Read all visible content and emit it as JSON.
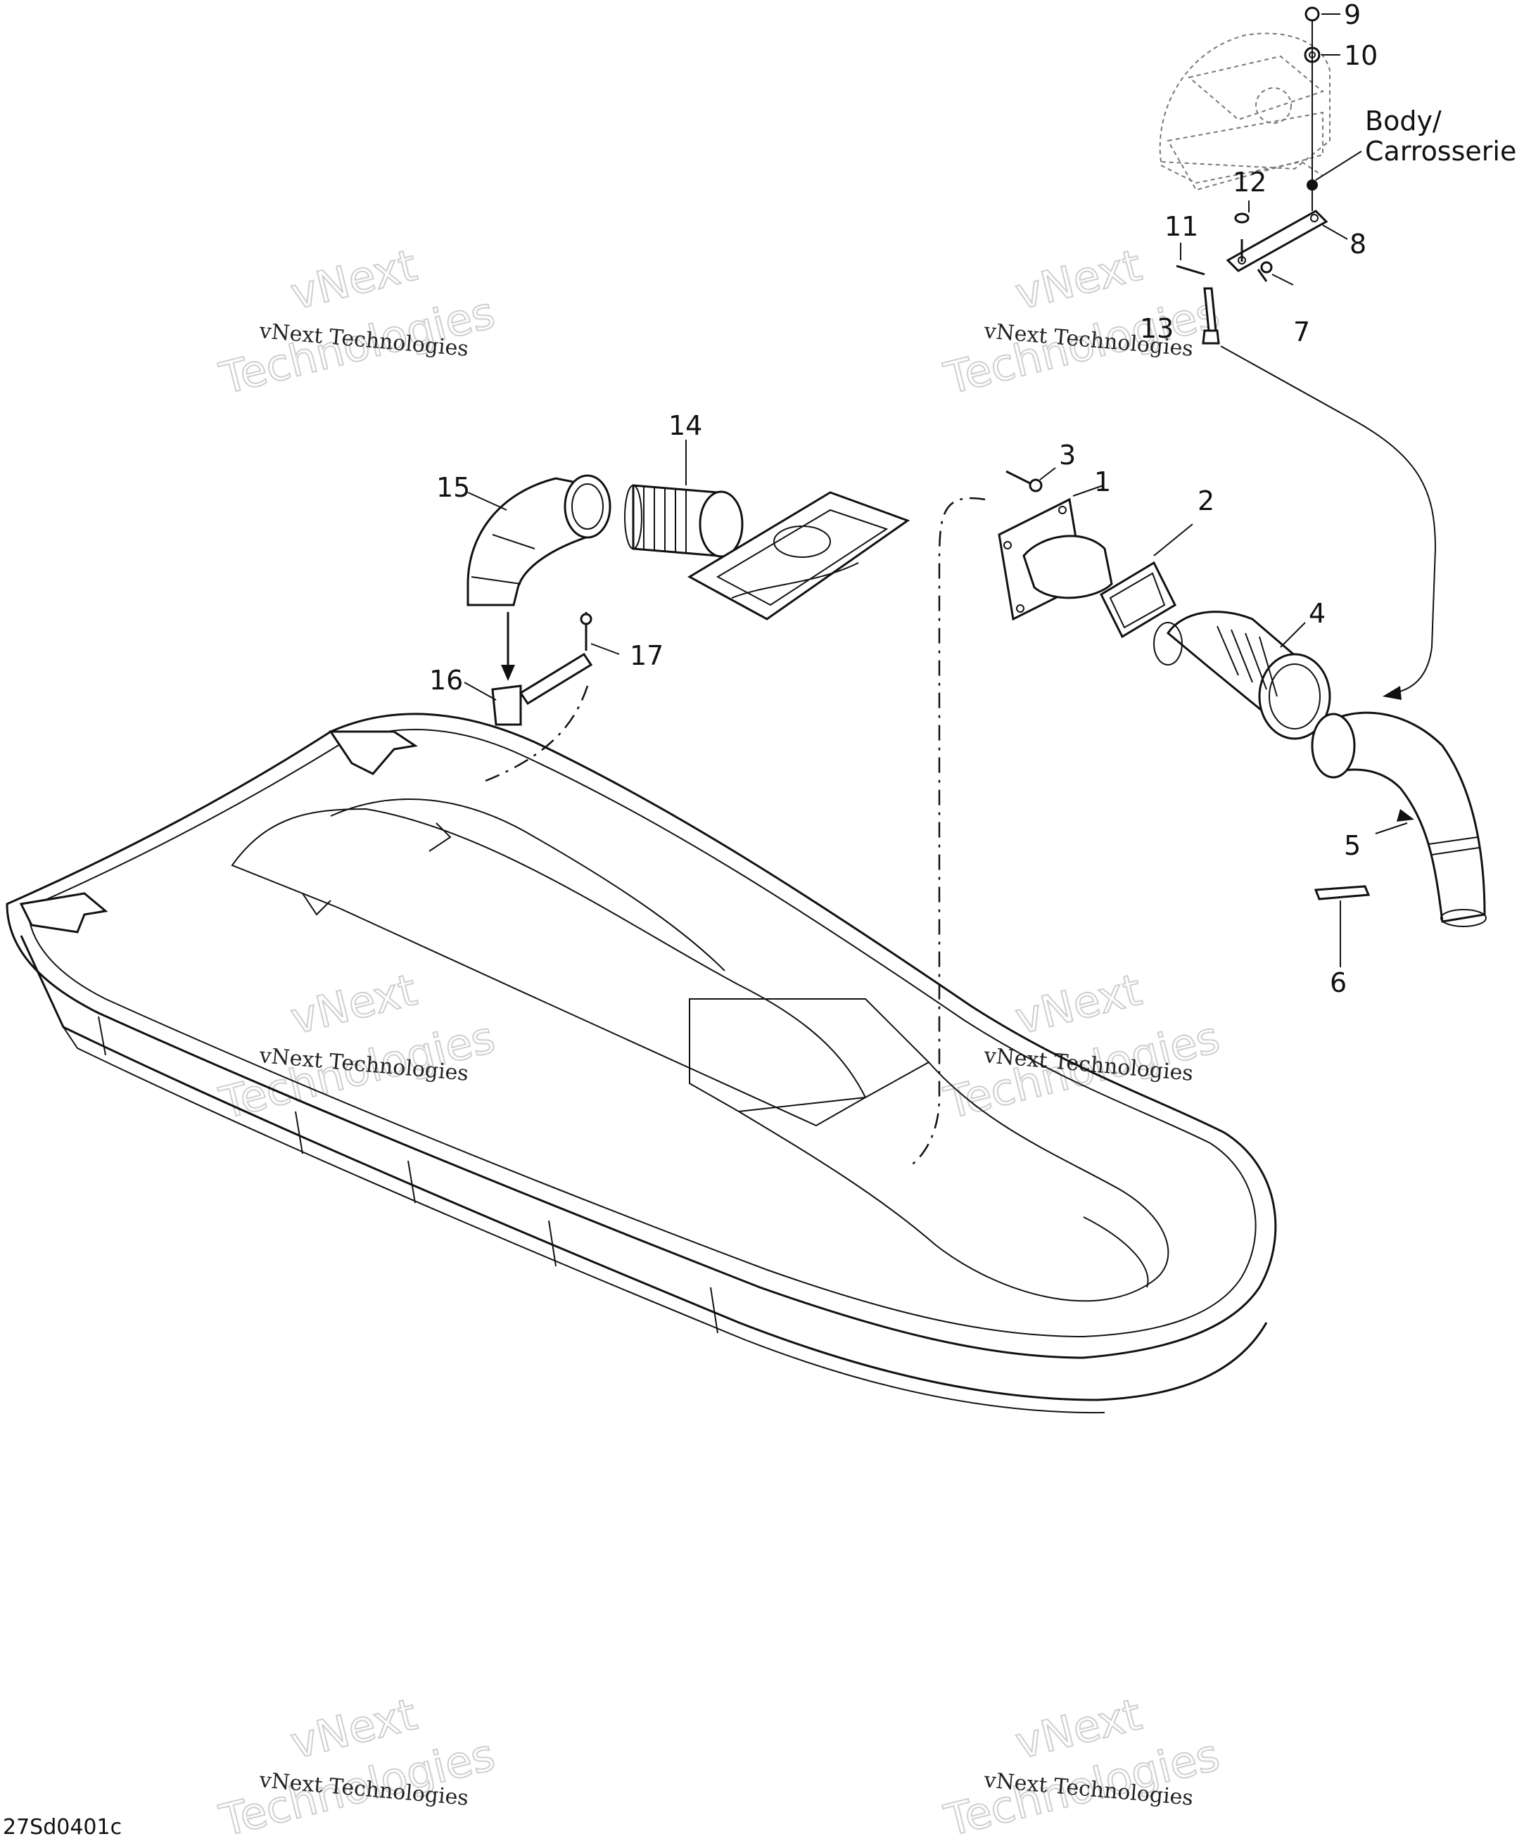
{
  "diagram": {
    "reference_code": "27Sd0401c",
    "body_label": [
      "Body/",
      "Carrosserie"
    ],
    "callouts": [
      {
        "id": "c1",
        "text": "1"
      },
      {
        "id": "c2",
        "text": "2"
      },
      {
        "id": "c3",
        "text": "3"
      },
      {
        "id": "c4",
        "text": "4"
      },
      {
        "id": "c5",
        "text": "5"
      },
      {
        "id": "c6",
        "text": "6"
      },
      {
        "id": "c7",
        "text": "7"
      },
      {
        "id": "c8",
        "text": "8"
      },
      {
        "id": "c9",
        "text": "9"
      },
      {
        "id": "c10",
        "text": "10"
      },
      {
        "id": "c11",
        "text": "11"
      },
      {
        "id": "c12",
        "text": "12"
      },
      {
        "id": "c13",
        "text": "13"
      },
      {
        "id": "c14",
        "text": "14"
      },
      {
        "id": "c15",
        "text": "15"
      },
      {
        "id": "c16",
        "text": "16"
      },
      {
        "id": "c17",
        "text": "17"
      }
    ]
  },
  "watermark": {
    "line1": "vNext Technologies",
    "arc_top": "vNext",
    "arc_bottom": "Technologies"
  }
}
